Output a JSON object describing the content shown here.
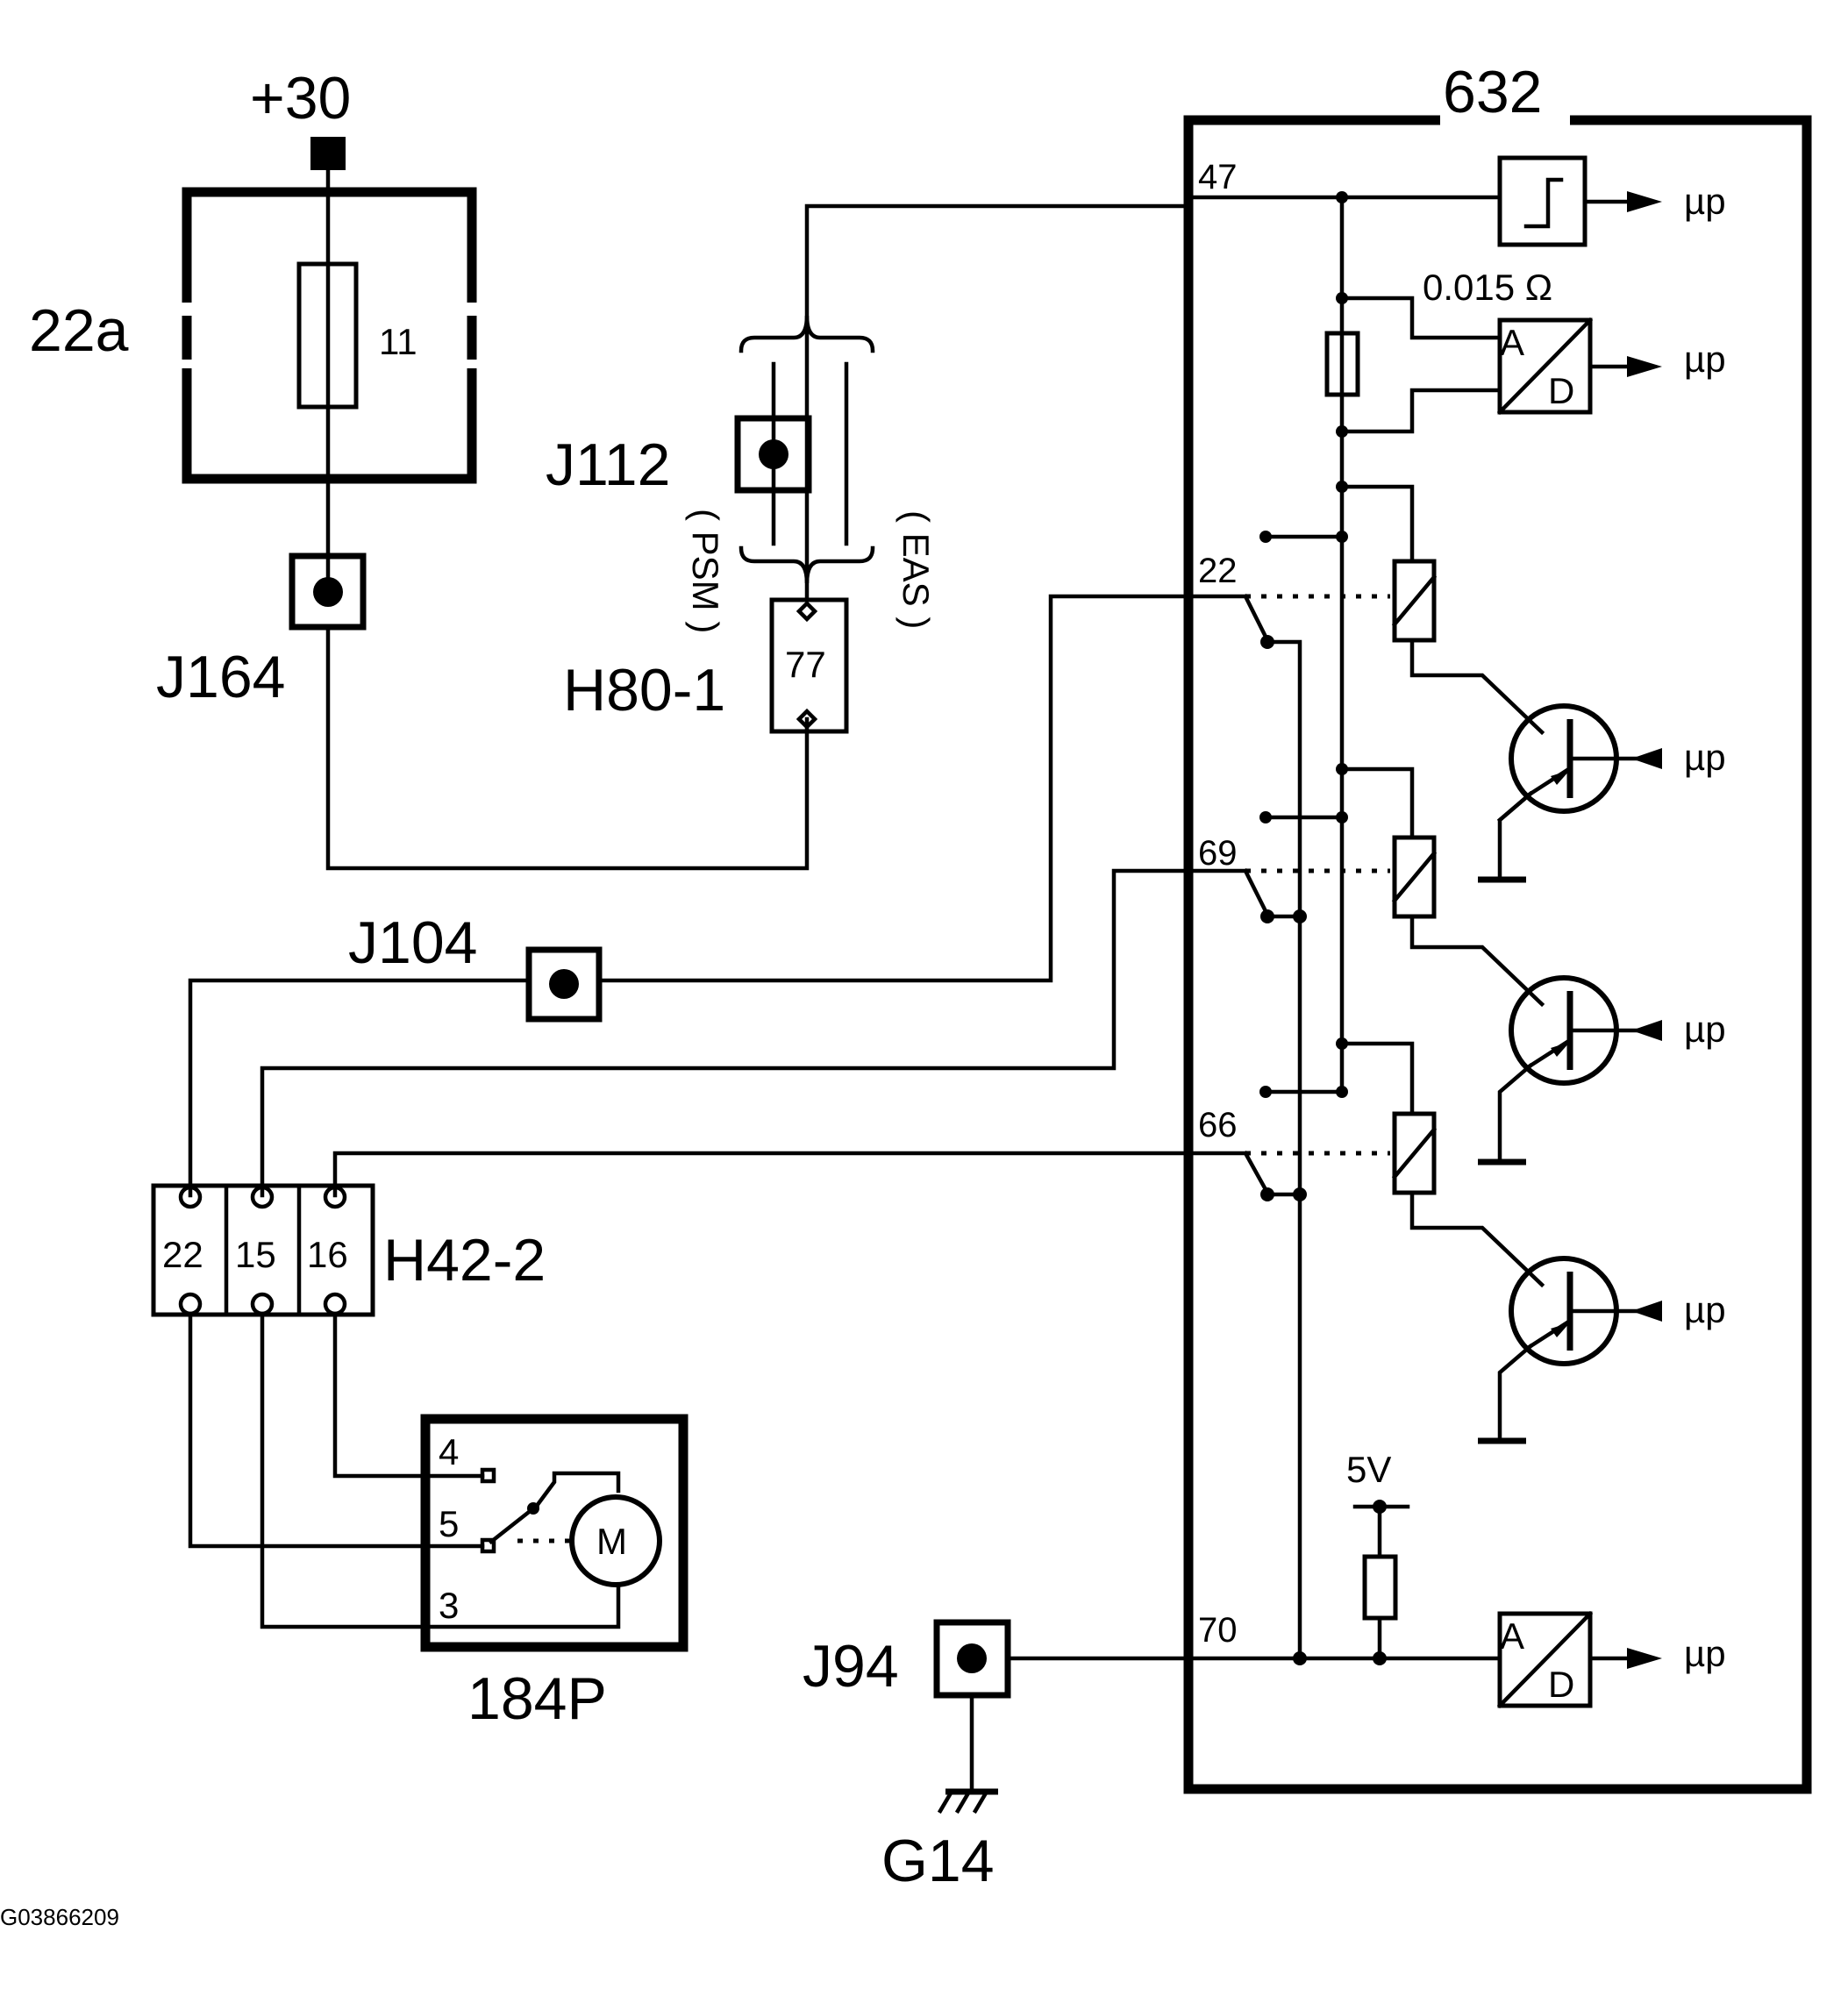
{
  "labels": {
    "supply": "+30",
    "fuse_box": "22a",
    "fuse_number": "11",
    "connector_j164": "J164",
    "connector_j112": "J112",
    "psm": "( PSM )",
    "eas": "( EAS )",
    "connector_h80": "H80-1",
    "h80_pin": "77",
    "connector_j104": "J104",
    "connector_h42": "H42-2",
    "h42_pins": [
      "22",
      "15",
      "16"
    ],
    "motor_unit": "184P",
    "motor_pins": [
      "4",
      "5",
      "3"
    ],
    "motor": "M",
    "connector_j94": "J94",
    "ground": "G14",
    "module": "632",
    "module_pins": [
      "47",
      "22",
      "69",
      "66",
      "70"
    ],
    "resistor_value": "0.015 Ω",
    "adc_a": "A",
    "adc_d": "D",
    "mcu": "µp",
    "reference_voltage": "5V",
    "figure_id": "G03866209"
  }
}
